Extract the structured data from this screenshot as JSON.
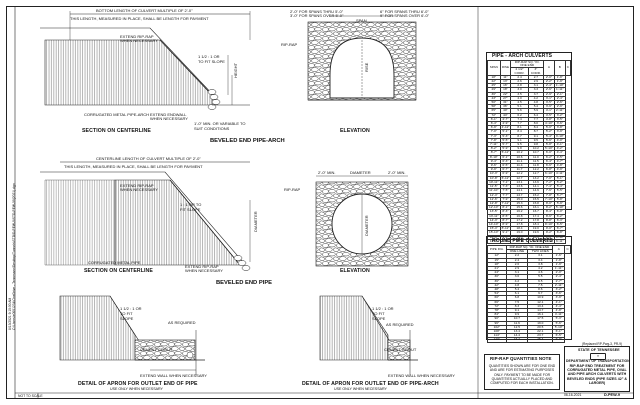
{
  "sidebar": {
    "line1": "8/13/2021 9:10:00 AM",
    "line2": "C:\\Users\\e0001234\\OneDrive - Tennessee\\Desktop\\Tunnels\\STD\\D-PEW-9\\STD-PEW-09(2021).dgn",
    "scale_label": "NOT TO SCALE"
  },
  "top_left": {
    "dim_top": "BOTTOM LENGTH OF CULVERT MULTIPLE OF 2'-0\"",
    "dim_top2": "THIS LENGTH, MEASURED IN PLACE, SHALL BE LENGTH FOR PAYMENT",
    "extend_riprap": "EXTEND RIP-RAP",
    "when_necessary": "WHEN NECESSARY",
    "slope": "1 1/2 : 1 OR TO FIT SLOPE",
    "height": "HEIGHT",
    "corrugated": "CORRUGATED METAL PIPE-ARCH",
    "extend_endwall": "EXTEND ENDWALL",
    "when_necessary2": "WHEN NECESSARY",
    "footing": "1'-0\" MIN. OR VARIABLE TO SUIT CONDITIONS",
    "section_title": "SECTION ON CENTERLINE"
  },
  "top_right": {
    "span_note1": "2'-0\" FOR SPANS THRU 5'-0\"",
    "span_note2": "3'-0\" FOR SPANS OVER 5'-0\"",
    "span_note3": "6\" FOR SPANS THRU 6'-0\"",
    "span_note4": "9\" FOR SPANS OVER 6'-0\"",
    "span": "SPAN",
    "riprap": "RIP-RAP",
    "rise": "RISE",
    "elevation_title": "ELEVATION"
  },
  "title1": "BEVELED END PIPE-ARCH",
  "mid_left": {
    "dim_top": "CENTERLINE LENGTH OF CULVERT MULTIPLE OF 2'-0\"",
    "dim_top2": "THIS LENGTH, MEASURED IN PLACE, SHALL BE LENGTH FOR PAYMENT",
    "extend_riprap": "EXTEND RIP-RAP",
    "when_necessary": "WHEN NECESSARY",
    "slope": "1 : 1 OR TO FIT SLOPE",
    "corrugated": "CORRUGATED METAL PIPE",
    "extend_riprap2": "EXTEND RIP-RAP",
    "when_necessary2": "WHEN NECESSARY",
    "diameter": "DIAMETER",
    "section_title": "SECTION ON CENTERLINE"
  },
  "mid_right": {
    "min_left": "2'-0\" MIN.",
    "diameter": "DIAMETER",
    "min_right": "2'-0\" MIN.",
    "riprap": "RIP-RAP",
    "diameter_v": "DIAMETER",
    "elevation_title": "ELEVATION"
  },
  "title2": "BEVELED END PIPE",
  "bottom_left": {
    "slope": "1 1/2 : 1 OR TO FIT SLOPE",
    "as_required": "AS REQUIRED",
    "cement_grout": "CEMENT GROUT",
    "extend_wall": "EXTEND WALL WHEN NECESSARY",
    "title": "DETAIL OF APRON FOR OUTLET END OF PIPE",
    "subtitle": "USE ONLY WHEN NECESSARY"
  },
  "bottom_right": {
    "slope": "1 1/2 : 1 OR TO FIT SLOPE",
    "as_required": "AS REQUIRED",
    "cement_grout": "CEMENT GROUT",
    "extend_wall": "EXTEND WALL WHEN NECESSARY",
    "title": "DETAIL OF APRON FOR OUTLET END OF PIPE-ARCH",
    "subtitle": "USE ONLY WHEN NECESSARY"
  },
  "pipe_arch_table": {
    "title": "PIPE - ARCH CULVERTS",
    "headers": [
      "SPAN",
      "RISE",
      "RIP-RAP SQ. YD. ONE END",
      "A",
      "B",
      "C"
    ],
    "subheaders": [
      "2 1/2\" CORR.",
      "3\" CORR."
    ],
    "rows": [
      [
        "18\"",
        "11\"",
        "2.4",
        "2.7",
        "2'-0\"",
        "1'-8\""
      ],
      [
        "22\"",
        "13\"",
        "2.6",
        "2.9",
        "2'-2\"",
        "1'-9\""
      ],
      [
        "25\"",
        "16\"",
        "2.8",
        "3.1",
        "2'-4\"",
        "1'-10\""
      ],
      [
        "29\"",
        "18\"",
        "3.0",
        "3.3",
        "2'-6\"",
        "1'-11\""
      ],
      [
        "36\"",
        "22\"",
        "3.5",
        "3.7",
        "2'-9\"",
        "2'-1\""
      ],
      [
        "43\"",
        "27\"",
        "4.0",
        "4.2",
        "3'-1\"",
        "2'-4\""
      ],
      [
        "50\"",
        "31\"",
        "4.5",
        "4.8",
        "3'-5\"",
        "2'-6\""
      ],
      [
        "58\"",
        "36\"",
        "5.1",
        "5.4",
        "3'-9\"",
        "2'-9\""
      ],
      [
        "65\"",
        "40\"",
        "5.6",
        "5.9",
        "4'-1\"",
        "2'-11\""
      ],
      [
        "72\"",
        "44\"",
        "6.2",
        "6.4",
        "4'-5\"",
        "3'-2\""
      ],
      [
        "6'-1\"",
        "4'-7\"",
        "7.4",
        "7.7",
        "4'-8\"",
        "3'-5\""
      ],
      [
        "6'-4\"",
        "4'-9\"",
        "7.7",
        "8.0",
        "4'-10\"",
        "3'-6\""
      ],
      [
        "6'-9\"",
        "4'-11\"",
        "8.1",
        "8.4",
        "5'-0\"",
        "3'-8\""
      ],
      [
        "7'-0\"",
        "5'-1\"",
        "8.4",
        "8.7",
        "5'-2\"",
        "3'-9\""
      ],
      [
        "7'-3\"",
        "5'-3\"",
        "8.7",
        "9.1",
        "5'-4\"",
        "3'-10\""
      ],
      [
        "7'-8\"",
        "5'-5\"",
        "9.1",
        "9.5",
        "5'-6\"",
        "4'-0\""
      ],
      [
        "7'-11\"",
        "5'-7\"",
        "9.5",
        "9.8",
        "5'-8\"",
        "4'-1\""
      ],
      [
        "8'-2\"",
        "5'-9\"",
        "9.8",
        "10.2",
        "5'-10\"",
        "4'-2\""
      ],
      [
        "8'-7\"",
        "5'-11\"",
        "10.2",
        "10.7",
        "6'-0\"",
        "4'-4\""
      ],
      [
        "8'-10\"",
        "6'-1\"",
        "10.6",
        "11.0",
        "6'-2\"",
        "4'-5\""
      ],
      [
        "9'-4\"",
        "6'-3\"",
        "11.1",
        "11.5",
        "6'-4\"",
        "4'-7\""
      ],
      [
        "9'-6\"",
        "6'-5\"",
        "11.4",
        "11.8",
        "6'-6\"",
        "4'-8\""
      ],
      [
        "9'-9\"",
        "6'-7\"",
        "11.7",
        "12.2",
        "6'-8\"",
        "4'-9\""
      ],
      [
        "10'-3\"",
        "6'-9\"",
        "12.2",
        "12.7",
        "6'-10\"",
        "4'-11\""
      ],
      [
        "10'-8\"",
        "6'-11\"",
        "12.7",
        "13.2",
        "7'-0\"",
        "5'-1\""
      ],
      [
        "10'-11\"",
        "7'-1\"",
        "13.1",
        "13.6",
        "7'-2\"",
        "5'-2\""
      ],
      [
        "11'-5\"",
        "7'-3\"",
        "13.6",
        "14.1",
        "7'-4\"",
        "5'-4\""
      ],
      [
        "11'-10\"",
        "7'-5\"",
        "14.1",
        "14.6",
        "7'-6\"",
        "5'-5\""
      ],
      [
        "12'-4\"",
        "7'-7\"",
        "14.7",
        "15.2",
        "7'-8\"",
        "5'-7\""
      ],
      [
        "12'-6\"",
        "7'-9\"",
        "15.0",
        "15.5",
        "7'-10\"",
        "5'-8\""
      ],
      [
        "12'-8\"",
        "7'-11\"",
        "15.3",
        "15.8",
        "8'-0\"",
        "5'-9\""
      ],
      [
        "12'-10\"",
        "8'-1\"",
        "15.6",
        "16.1",
        "8'-2\"",
        "5'-10\""
      ],
      [
        "13'-5\"",
        "8'-3\"",
        "16.2",
        "16.7",
        "8'-4\"",
        "6'-0\""
      ],
      [
        "13'-11\"",
        "8'-5\"",
        "16.8",
        "17.4",
        "8'-6\"",
        "6'-2\""
      ],
      [
        "14'-3\"",
        "8'-7\"",
        "17.2",
        "17.8",
        "8'-8\"",
        "6'-3\""
      ],
      [
        "14'-10\"",
        "8'-9\"",
        "17.8",
        "18.4",
        "8'-10\"",
        "6'-5\""
      ],
      [
        "15'-4\"",
        "8'-11\"",
        "18.4",
        "19.0",
        "9'-0\"",
        "6'-7\""
      ],
      [
        "15'-10\"",
        "9'-1\"",
        "19.0",
        "19.6",
        "9'-2\"",
        "6'-8\""
      ],
      [
        "16'-3\"",
        "9'-3\"",
        "19.5",
        "20.1",
        "9'-4\"",
        "6'-10\""
      ],
      [
        "16'-7\"",
        "9'-5\"",
        "19.9",
        "20.6",
        "9'-6\"",
        "6'-11\""
      ]
    ]
  },
  "round_table": {
    "title": "ROUND PIPE CULVERTS",
    "headers": [
      "PIPE DIA.",
      "RIP-RAP SQ. YD. ONE END",
      "A",
      "C"
    ],
    "subheaders": [
      "ONE LINE",
      "TWO LINES"
    ],
    "rows": [
      [
        "12\"",
        "2.2",
        "3.1",
        "1'-6\""
      ],
      [
        "15\"",
        "2.4",
        "3.4",
        "1'-8\""
      ],
      [
        "18\"",
        "2.6",
        "3.8",
        "1'-9\""
      ],
      [
        "21\"",
        "2.9",
        "4.2",
        "1'-11\""
      ],
      [
        "24\"",
        "3.1",
        "4.6",
        "2'-0\""
      ],
      [
        "30\"",
        "3.6",
        "5.5",
        "2'-4\""
      ],
      [
        "36\"",
        "4.2",
        "6.5",
        "2'-7\""
      ],
      [
        "42\"",
        "4.8",
        "7.5",
        "2'-11\""
      ],
      [
        "48\"",
        "5.4",
        "8.6",
        "3'-2\""
      ],
      [
        "54\"",
        "6.1",
        "9.7",
        "3'-6\""
      ],
      [
        "60\"",
        "6.8",
        "10.9",
        "3'-9\""
      ],
      [
        "66\"",
        "7.5",
        "12.1",
        "4'-1\""
      ],
      [
        "72\"",
        "8.3",
        "13.4",
        "4'-4\""
      ],
      [
        "78\"",
        "9.1",
        "14.7",
        "4'-8\""
      ],
      [
        "84\"",
        "9.9",
        "16.1",
        "4'-11\""
      ],
      [
        "90\"",
        "10.7",
        "17.5",
        "5'-3\""
      ],
      [
        "96\"",
        "11.6",
        "19.0",
        "5'-6\""
      ],
      [
        "102\"",
        "12.5",
        "20.5",
        "5'-10\""
      ],
      [
        "108\"",
        "13.4",
        "22.1",
        "6'-1\""
      ],
      [
        "114\"",
        "14.4",
        "23.7",
        "6'-5\""
      ],
      [
        "120\"",
        "15.4",
        "25.4",
        "6'-8\""
      ]
    ]
  },
  "replaced": "(Replaced RP-Pwg-3, PR-9)",
  "qty_note": {
    "title": "RIP-RAP QUANTITIES NOTE",
    "body": "QUANTITIES SHOWN ARE FOR ONE END AND ARE FOR ESTIMATING PURPOSES ONLY. PAYMENT TO BE MADE FOR QUANTITIES ACTUALLY PLACED AND COMPUTED FOR EACH INSTALLATION."
  },
  "title_block": {
    "state": "STATE OF TENNESSEE",
    "dept": "DEPARTMENT OF TRANSPORTATION",
    "title": "RIP-RAP END TREATMENT FOR CORRUGATED METAL PIPE, OVAL AND PIPE ARCH CULVERTS WITH BEVELED ENDS (PIPE SIZES 42\" & LARGER)",
    "date": "06-16-2021",
    "number": "D-PEW-9"
  }
}
